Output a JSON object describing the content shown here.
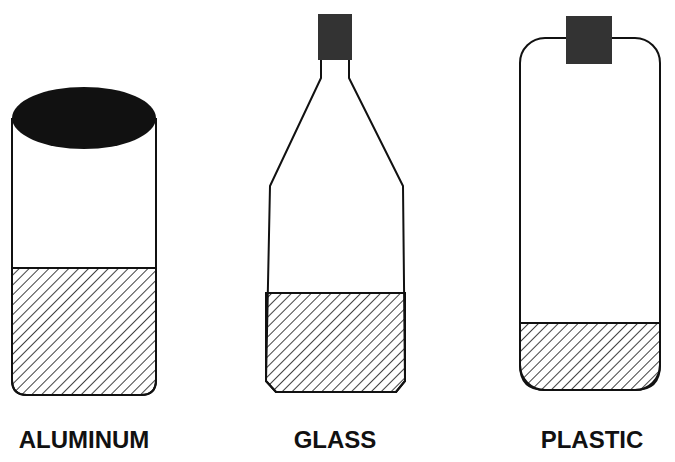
{
  "diagram": {
    "labels": [
      "ALUMINUM",
      "GLASS",
      "PLASTIC"
    ]
  }
}
